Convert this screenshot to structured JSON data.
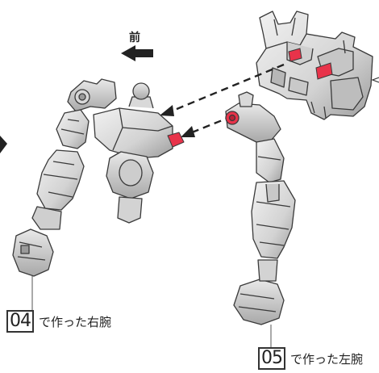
{
  "direction": {
    "label": "前"
  },
  "callouts": [
    {
      "step": "04",
      "text": "で作った右腕"
    },
    {
      "step": "05",
      "text": "で作った左腕"
    }
  ],
  "colors": {
    "part_fill": "#dcdcdc",
    "part_mid": "#bdbdbd",
    "part_dark": "#6e6e6e",
    "outline": "#3a3a3a",
    "highlight_peg": "#e8334a"
  }
}
